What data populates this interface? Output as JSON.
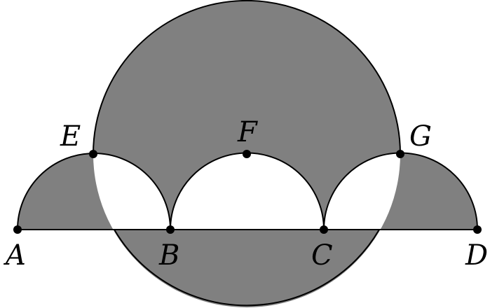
{
  "diagram": {
    "colors": {
      "shade": "#808080",
      "stroke": "#000000",
      "background": "#ffffff"
    },
    "points": [
      {
        "id": "A",
        "label": "A"
      },
      {
        "id": "B",
        "label": "B"
      },
      {
        "id": "C",
        "label": "C"
      },
      {
        "id": "D",
        "label": "D"
      },
      {
        "id": "E",
        "label": "E"
      },
      {
        "id": "F",
        "label": "F"
      },
      {
        "id": "G",
        "label": "G"
      }
    ]
  }
}
